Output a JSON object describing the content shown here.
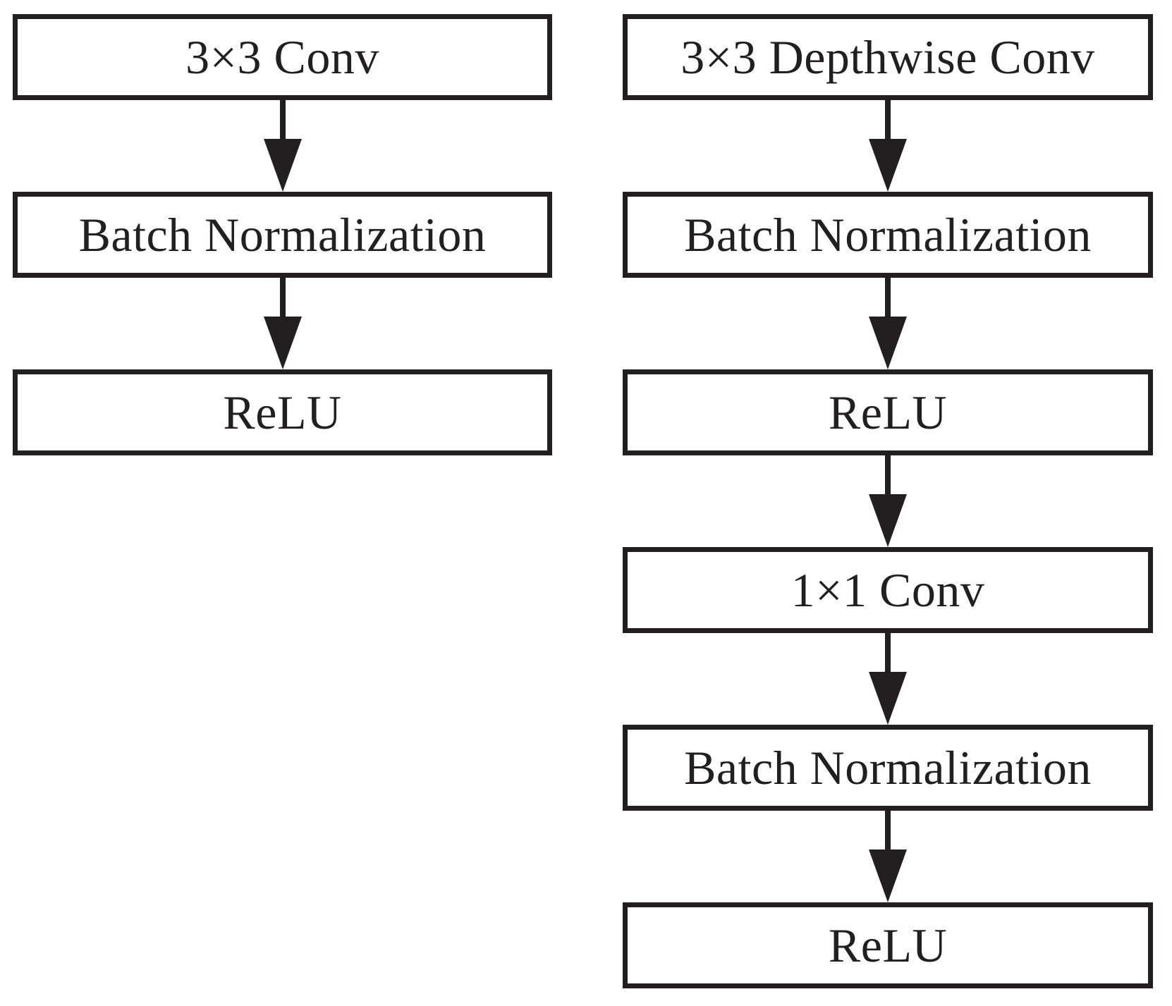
{
  "diagram": {
    "colors": {
      "ink": "#231f20",
      "background": "#ffffff"
    },
    "columns": [
      {
        "id": "standard-conv-block",
        "nodes": [
          "3×3 Conv",
          "Batch Normalization",
          "ReLU"
        ]
      },
      {
        "id": "depthwise-separable-conv-block",
        "nodes": [
          "3×3 Depthwise Conv",
          "Batch Normalization",
          "ReLU",
          "1×1 Conv",
          "Batch Normalization",
          "ReLU"
        ]
      }
    ]
  }
}
